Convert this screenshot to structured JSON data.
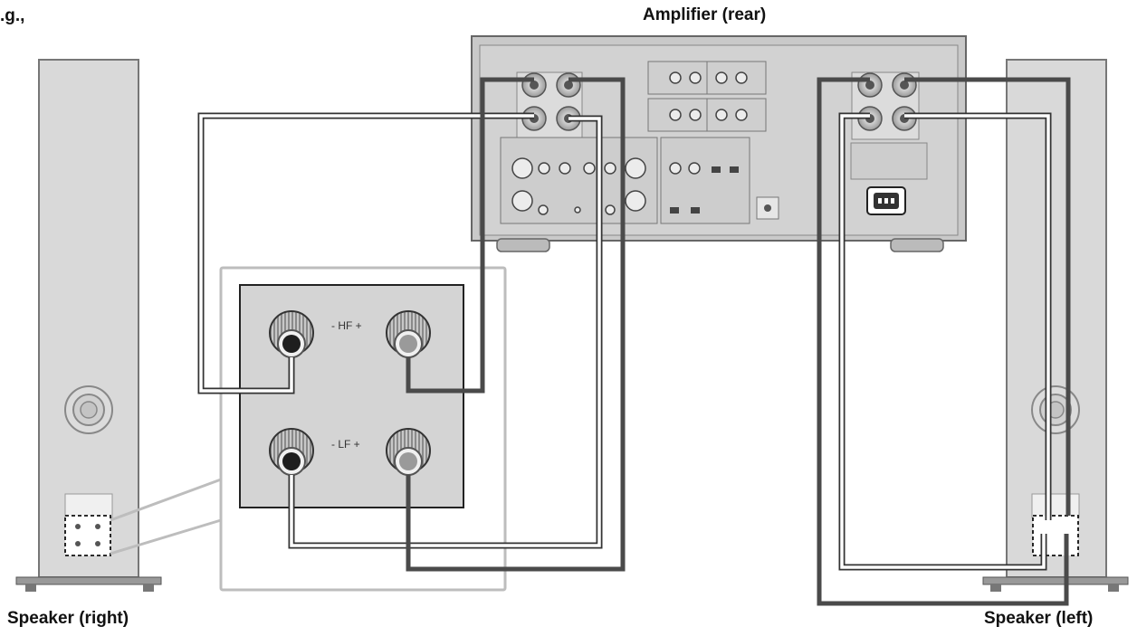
{
  "labels": {
    "eg": ".g.,",
    "amplifier": "Amplifier (rear)",
    "speaker_right": "Speaker (right)",
    "speaker_left": "Speaker (left)",
    "hf": "- HF +",
    "lf": "- LF +"
  },
  "colors": {
    "cable_dark": "#4a4a4a",
    "cable_light": "#ffffff",
    "panel_fill": "#d4d4d4",
    "speaker_fill": "#d9d9d9",
    "zoom_outline": "#bdbdbd"
  }
}
